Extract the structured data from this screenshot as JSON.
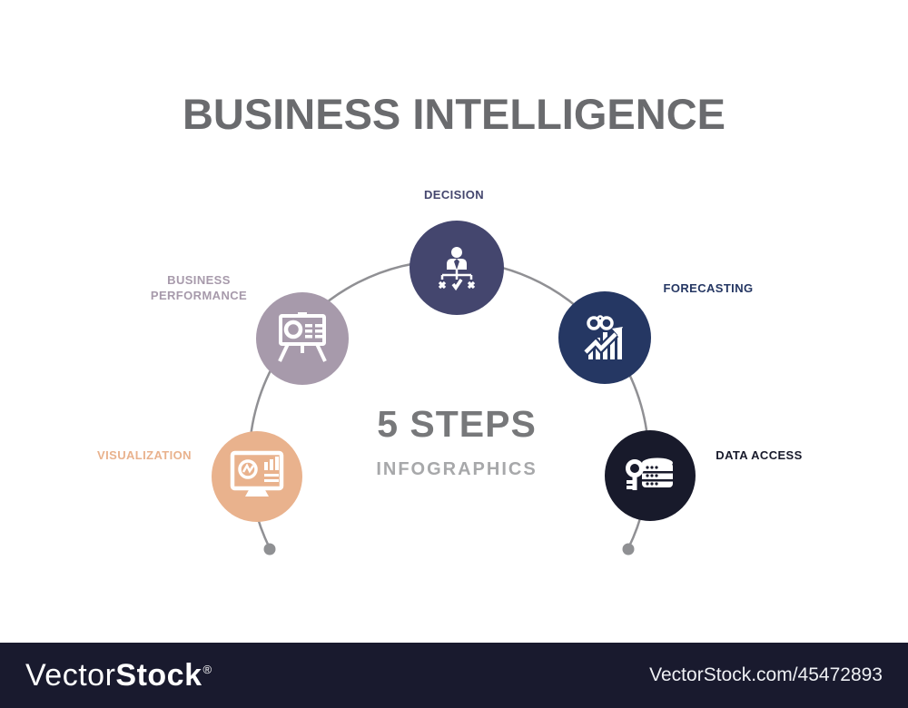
{
  "title": "BUSINESS INTELLIGENCE",
  "center": {
    "steps_label": "5 STEPS",
    "sub_label": "INFOGRAPHICS"
  },
  "steps": [
    {
      "label": "VISUALIZATION",
      "color": "#e9b28d",
      "icon": "monitor-dashboard-icon"
    },
    {
      "label": "BUSINESS PERFORMANCE",
      "color": "#a79aab",
      "icon": "presentation-board-icon"
    },
    {
      "label": "DECISION",
      "color": "#44466e",
      "icon": "decision-person-icon"
    },
    {
      "label": "FORECASTING",
      "color": "#253763",
      "icon": "binoculars-forecast-chart-icon"
    },
    {
      "label": "DATA ACCESS",
      "color": "#181a2b",
      "icon": "key-database-icon"
    }
  ],
  "colors": {
    "title_text": "#6a6b6e",
    "steps_heading_text": "#77787a",
    "sub_heading_text": "#a7a8aa",
    "arc_line": "#909094",
    "arc_dot": "#8f9093",
    "icon": "#ffffff",
    "watermark_bar": "#191a2e"
  },
  "watermark": {
    "brand_regular": "Vector",
    "brand_bold": "Stock",
    "registered_mark": "®",
    "site_ref": "VectorStock.com/45472893"
  }
}
